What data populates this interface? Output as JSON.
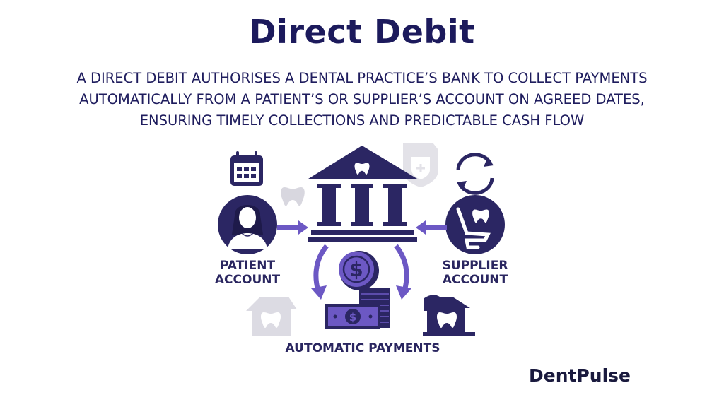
{
  "title": "Direct Debit",
  "subtitle_lines": [
    "A DIRECT DEBIT AUTHORISES A DENTAL PRACTICE’S BANK TO COLLECT PAYMENTS",
    "AUTOMATICALLY FROM A PATIENT’S OR SUPPLIER’S ACCOUNT ON AGREED DATES,",
    "ENSURING TIMELY COLLECTIONS AND PREDICTABLE CASH FLOW"
  ],
  "diagram": {
    "nodes": {
      "patient": {
        "line1": "PATIENT",
        "line2": "ACCOUNT",
        "icon": "woman-avatar-icon"
      },
      "supplier": {
        "line1": "SUPPLIER",
        "line2": "ACCOUNT",
        "icon": "dental-chair-icon"
      },
      "bank": {
        "icon": "bank-with-tooth-icon"
      },
      "payments": {
        "label": "AUTOMATIC PAYMENTS",
        "icon": "coins-and-cash-icon"
      }
    },
    "edges": [
      {
        "from": "patient",
        "to": "bank"
      },
      {
        "from": "supplier",
        "to": "bank"
      },
      {
        "from": "bank",
        "to": "payments"
      }
    ],
    "decorations": [
      "calendar-icon",
      "sync-icon",
      "tooth-icon",
      "shield-plus-icon",
      "dental-clinic-icon"
    ]
  },
  "colors": {
    "navy": "#2b2663",
    "purple": "#6c58c4",
    "faded": "#dcdbe3",
    "title": "#1c1a5c"
  },
  "logo": {
    "text": "DentPulse"
  }
}
